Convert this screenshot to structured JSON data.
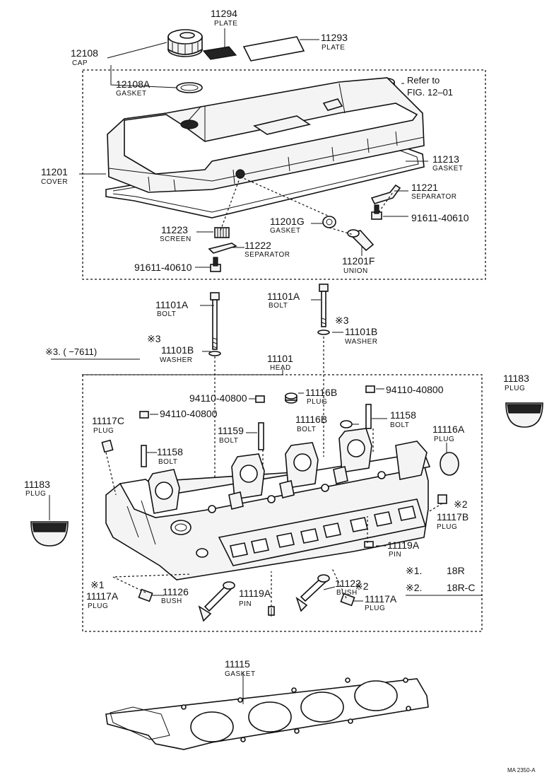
{
  "callouts": {
    "c11294": {
      "num": "11294",
      "label": "PLATE"
    },
    "c11293": {
      "num": "11293",
      "label": "PLATE"
    },
    "c12108": {
      "num": "12108",
      "label": "CAP"
    },
    "c12108A": {
      "num": "12108A",
      "label": "GASKET"
    },
    "refer": {
      "line1": "Refer to",
      "line2": "FIG. 12–01"
    },
    "c11201": {
      "num": "11201",
      "label": "COVER"
    },
    "c11213": {
      "num": "11213",
      "label": "GASKET"
    },
    "c11221": {
      "num": "11221",
      "label": "SEPARATOR"
    },
    "c91611a": {
      "num": "91611-40610"
    },
    "c11201G": {
      "num": "11201G",
      "label": "GASKET"
    },
    "c11223": {
      "num": "11223",
      "label": "SCREEN"
    },
    "c11222": {
      "num": "11222",
      "label": "SEPARATOR"
    },
    "c91611b": {
      "num": "91611-40610"
    },
    "c11201F": {
      "num": "11201F",
      "label": "UNION"
    },
    "c11101Aa": {
      "num": "11101A",
      "label": "BOLT"
    },
    "c11101Ab": {
      "num": "11101A",
      "label": "BOLT"
    },
    "mark3a": {
      "text": "※3"
    },
    "mark3b": {
      "text": "※3"
    },
    "c11101Ba": {
      "num": "11101B",
      "label": "WASHER"
    },
    "c11101Bb": {
      "num": "11101B",
      "label": "WASHER"
    },
    "range": {
      "text": "※3. (      −7611)"
    },
    "c11101": {
      "num": "11101",
      "label": "HEAD"
    },
    "c11183r": {
      "num": "11183",
      "label": "PLUG"
    },
    "c94110a": {
      "num": "94110-40800"
    },
    "c94110b": {
      "num": "94110-40800"
    },
    "c94110c": {
      "num": "94110-40800"
    },
    "c11116Ba": {
      "num": "11116B",
      "label": "PLUG"
    },
    "c11116Bb": {
      "num": "11116B",
      "label": "BOLT"
    },
    "c11117C": {
      "num": "11117C",
      "label": "PLUG"
    },
    "c11158a": {
      "num": "11158",
      "label": "BOLT"
    },
    "c11158b": {
      "num": "11158",
      "label": "BOLT"
    },
    "c11159": {
      "num": "11159",
      "label": "BOLT"
    },
    "c11116A": {
      "num": "11116A",
      "label": "PLUG"
    },
    "c11183l": {
      "num": "11183",
      "label": "PLUG"
    },
    "c11117B": {
      "mark": "※2",
      "num": "11117B",
      "label": "PLUG"
    },
    "c11119Aa": {
      "num": "11119A",
      "label": "PIN"
    },
    "c11122": {
      "num": "11122",
      "label": "BUSH"
    },
    "c11117Aa": {
      "mark": "※1",
      "num": "11117A",
      "label": "PLUG"
    },
    "c11126": {
      "num": "11126",
      "label": "BUSH"
    },
    "c11119Ab": {
      "num": "11119A",
      "label": "PIN"
    },
    "c11117Ab": {
      "mark": "※2",
      "num": "11117A",
      "label": "PLUG"
    },
    "c11115": {
      "num": "11115",
      "label": "GASKET"
    }
  },
  "notes": {
    "n1": {
      "mark": "※1.",
      "value": "18R"
    },
    "n2": {
      "mark": "※2.",
      "value": "18R-C"
    }
  },
  "ref_code": "MA 2350-A"
}
